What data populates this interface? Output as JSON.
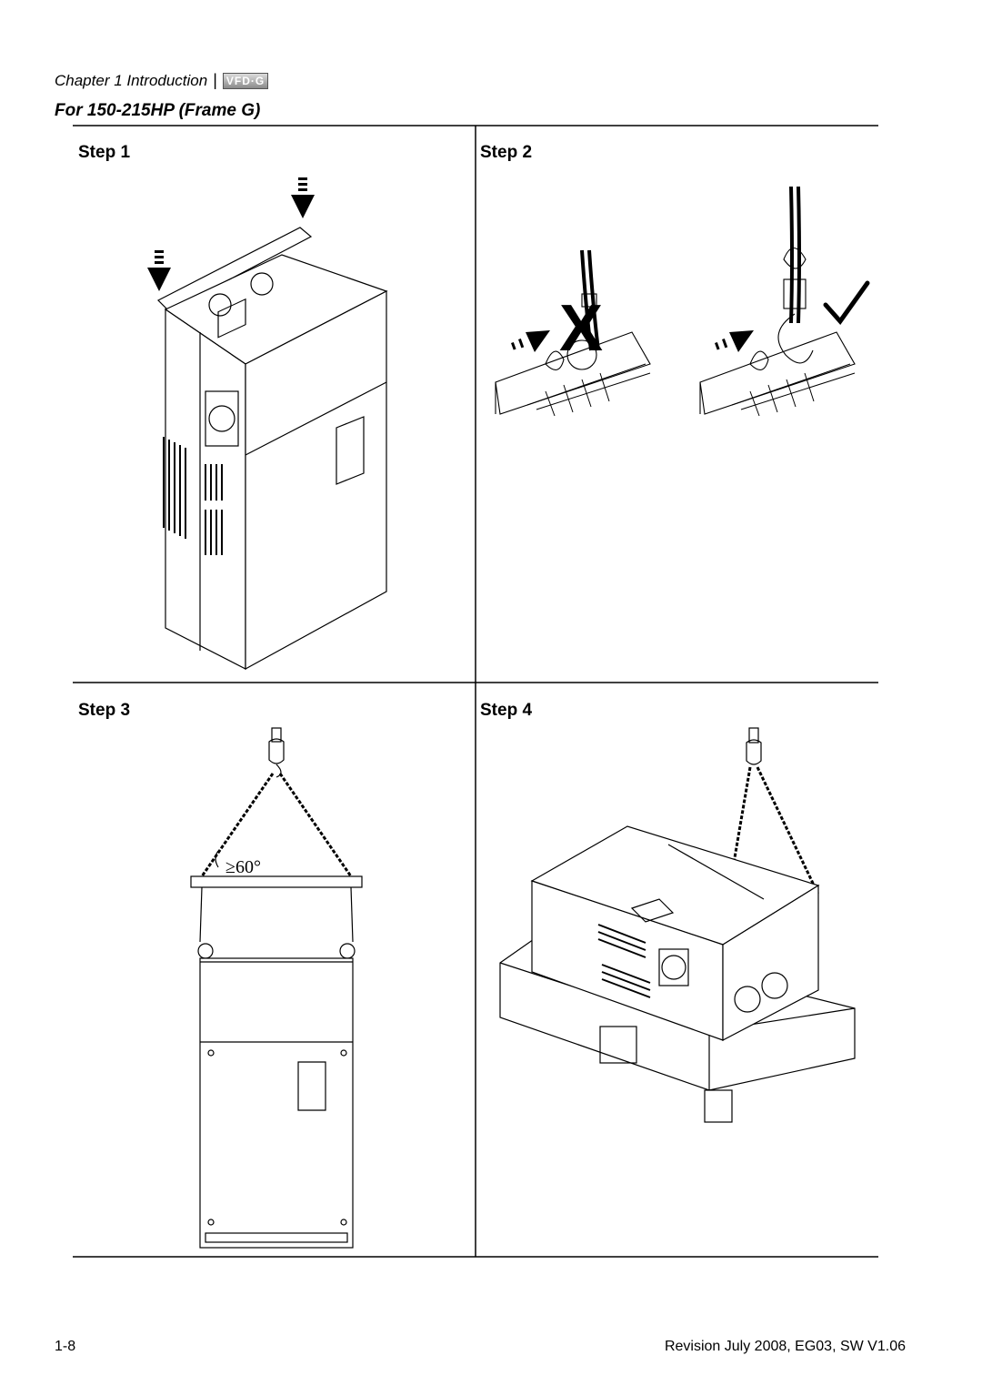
{
  "header": {
    "chapter_text": "Chapter 1 Introduction",
    "separator": "|",
    "logo_text": "VFD-G"
  },
  "section": {
    "title": "For 150-215HP (Frame G)"
  },
  "steps": [
    {
      "label": "Step 1"
    },
    {
      "label": "Step 2",
      "wrong_mark": "X",
      "right_mark": "✓"
    },
    {
      "label": "Step 3",
      "angle_label": "≥60°"
    },
    {
      "label": "Step 4"
    }
  ],
  "footer": {
    "page_number": "1-8",
    "revision": "Revision July 2008, EG03, SW V1.06"
  }
}
